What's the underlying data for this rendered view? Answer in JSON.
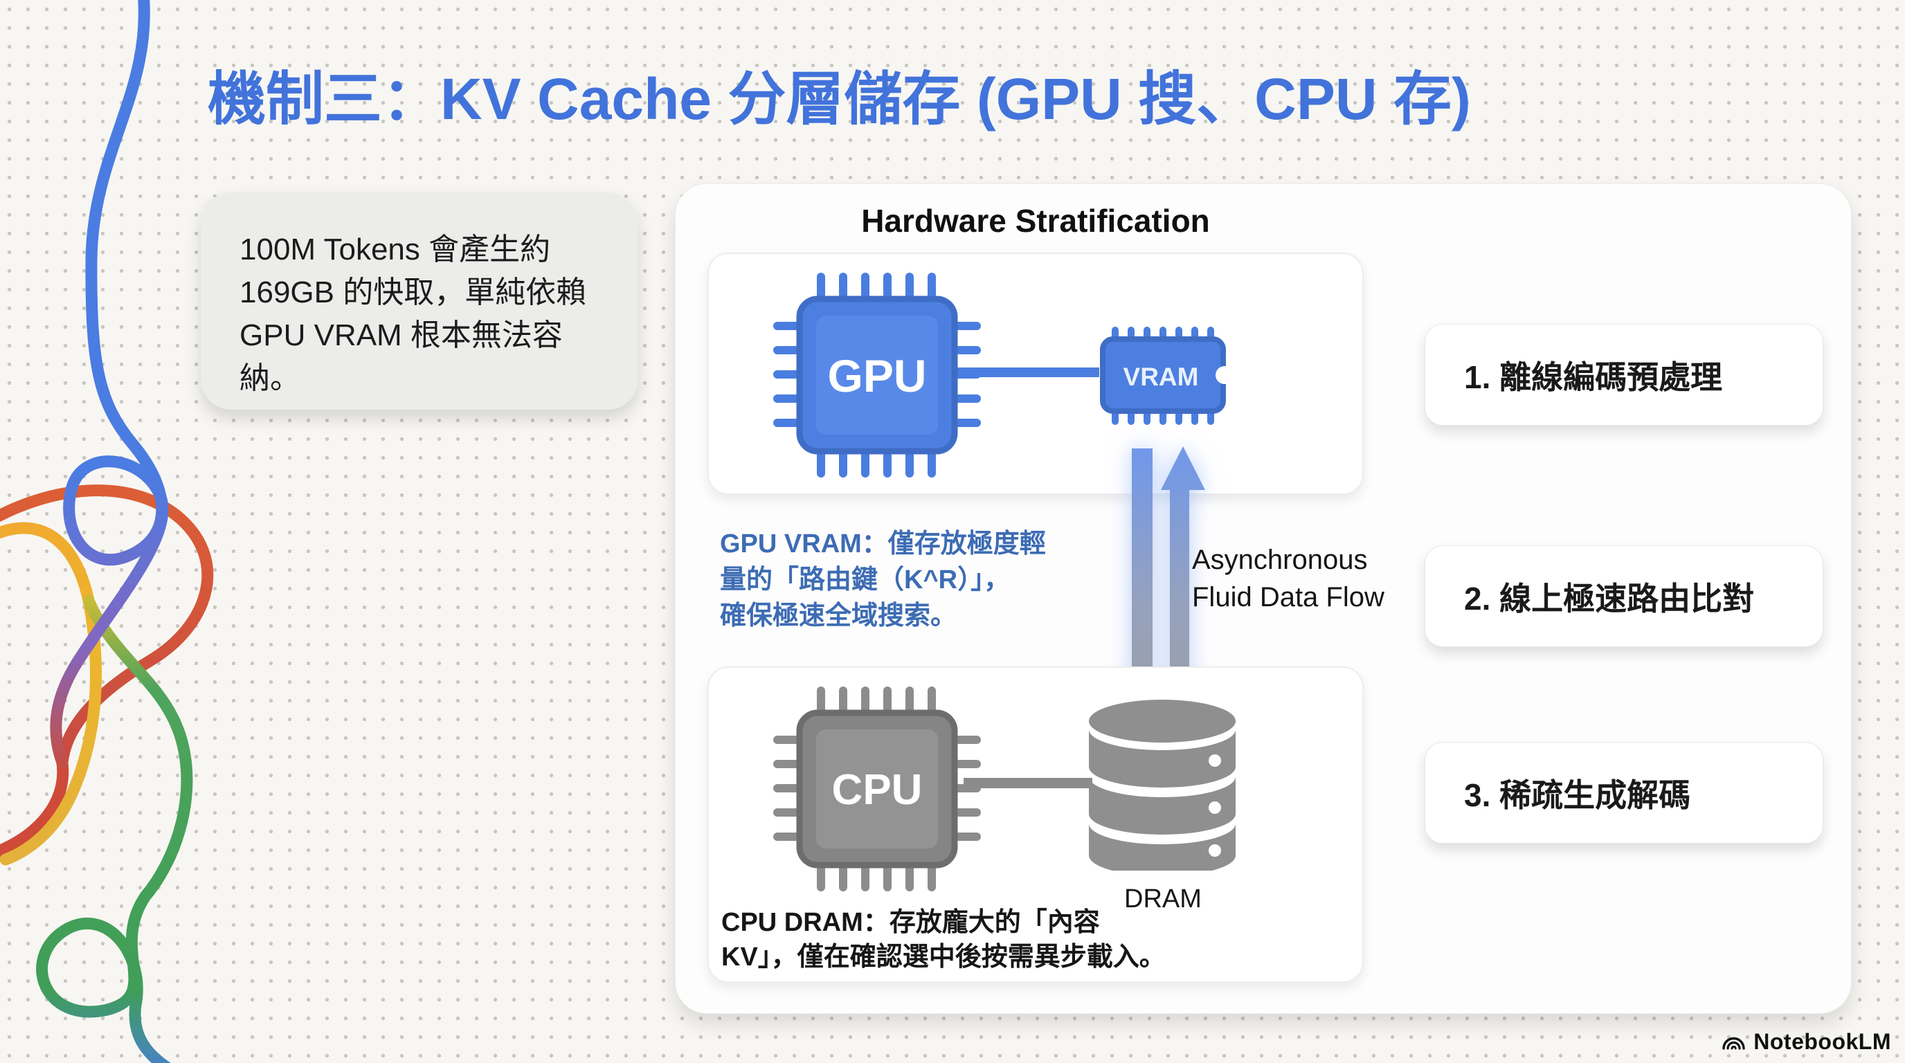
{
  "title": {
    "text": "機制三：KV Cache 分層儲存 (GPU 搜、CPU 存)",
    "color": "#4273db"
  },
  "note": {
    "text": "100M Tokens 會產生約\n169GB 的快取，單純依賴\nGPU VRAM 根本無法容\n納。"
  },
  "diagram": {
    "heading": "Hardware Stratification",
    "gpu": {
      "chip_label": "GPU",
      "caption": "GPU VRAM：僅存放極度輕\n量的「路由鍵（K^R）」，\n確保極速全域搜索。"
    },
    "vram": {
      "chip_label": "VRAM"
    },
    "flow": {
      "label": "Asynchronous\nFluid Data Flow"
    },
    "cpu": {
      "chip_label": "CPU",
      "caption": "CPU DRAM：存放龐大的「內容\nKV」，僅在確認選中後按需異步載入。"
    },
    "dram": {
      "label": "DRAM"
    }
  },
  "steps": [
    {
      "label": "1. 離線編碼預處理"
    },
    {
      "label": "2. 線上極速路由比對"
    },
    {
      "label": "3. 稀疏生成解碼"
    }
  ],
  "brand": {
    "name": "NotebookLM"
  },
  "colors": {
    "accent_blue": "#4a7de0",
    "chip_blue_border": "#3f6dc6",
    "chip_blue_fill": "#5989e8",
    "chip_gray_border": "#6d6d6d",
    "chip_gray_fill": "#919191",
    "caption_blue": "#3d6cb4",
    "arrow_blue": "#6f97ec",
    "arrow_gray": "#9c9c9c",
    "ribbon_red": "#d14b38",
    "ribbon_yellow": "#ecb52e",
    "ribbon_green": "#43a05a"
  }
}
